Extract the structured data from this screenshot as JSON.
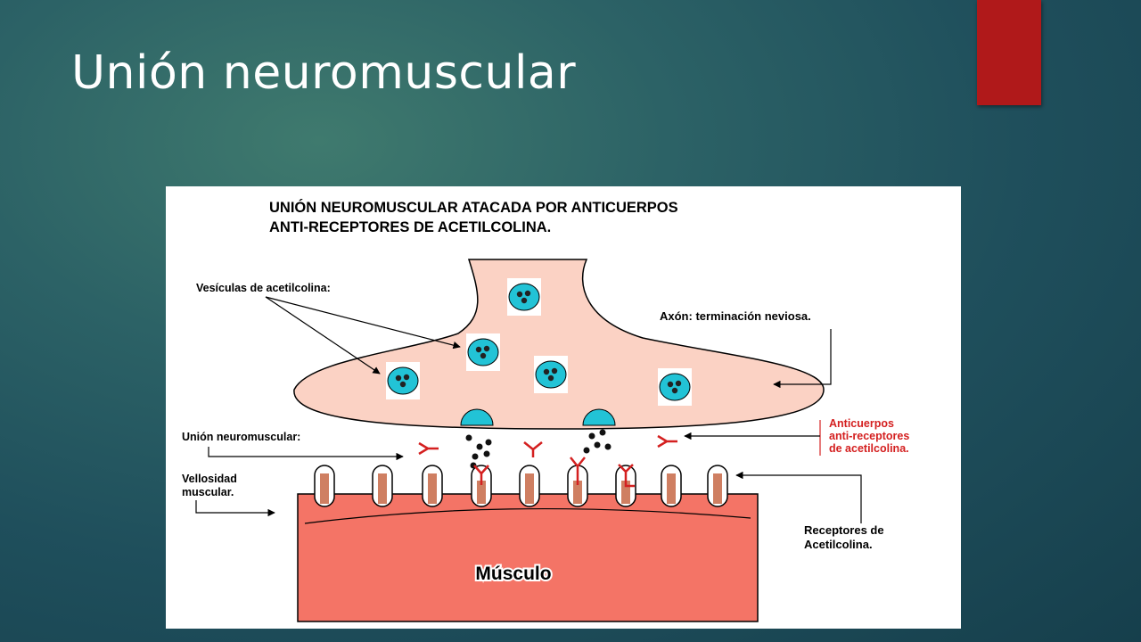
{
  "slide": {
    "title": "Unión neuromuscular",
    "accent_color": "#b0191a"
  },
  "diagram": {
    "heading_line1": "UNIÓN NEUROMUSCULAR ATACADA POR ANTICUERPOS",
    "heading_line2": "ANTI-RECEPTORES DE ACETILCOLINA.",
    "vesicles_label": "Vesículas de acetilcolina:",
    "axon_label": "Axón: terminación neviosa.",
    "junction_label": "Unión neuromuscular:",
    "villus_label_line1": "Vellosidad",
    "villus_label_line2": "muscular.",
    "antibodies_label_line1": "Anticuerpos",
    "antibodies_label_line2": "anti-receptores",
    "antibodies_label_line3": "de acetilcolina.",
    "receptors_label_line1": "Receptores de",
    "receptors_label_line2": "Acetilcolina.",
    "muscle_label": "Músculo",
    "colors": {
      "axon": "#fbd2c4",
      "vesicle": "#22c3d6",
      "muscle": "#f47466",
      "receptor": "#cf7f62",
      "antibody": "#d42020"
    }
  }
}
